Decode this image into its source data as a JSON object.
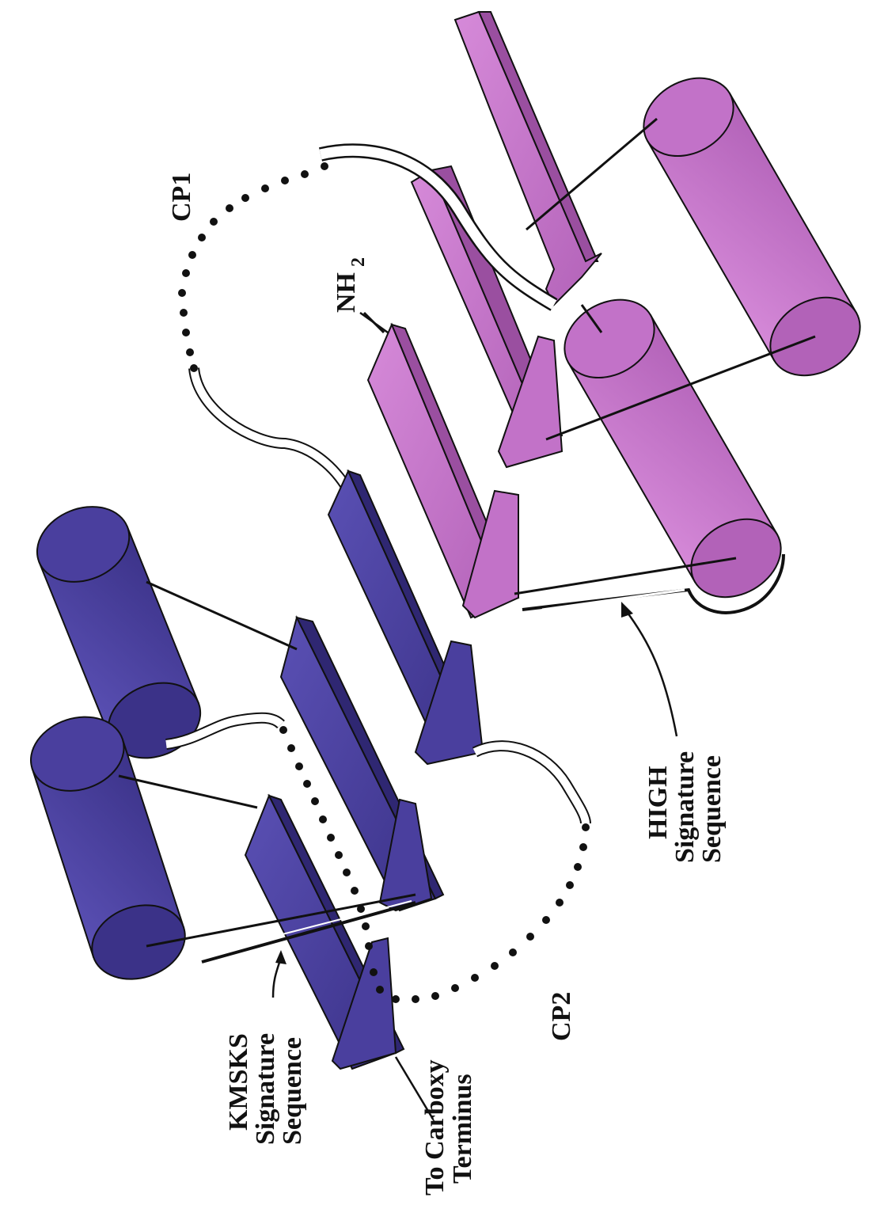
{
  "colors": {
    "blue_domain": "#4a3f9e",
    "blue_domain_light": "#5a50b4",
    "blue_domain_dark": "#2f2772",
    "pink_domain": "#c272c8",
    "pink_domain_light": "#d68ad9",
    "pink_domain_dark": "#9a4fa0",
    "connector": "#111111",
    "background": "#ffffff"
  },
  "labels": {
    "cp1": "CP1",
    "cp2": "CP2",
    "nh2_main": "NH",
    "nh2_sub": "2",
    "high_line1": "HIGH",
    "high_line2": "Signature",
    "high_line3": "Sequence",
    "kmsks_line1": "KMSKS",
    "kmsks_line2": "Signature",
    "kmsks_line3": "Sequence",
    "carboxy_line1": "To Carboxy",
    "carboxy_line2": "Terminus"
  }
}
